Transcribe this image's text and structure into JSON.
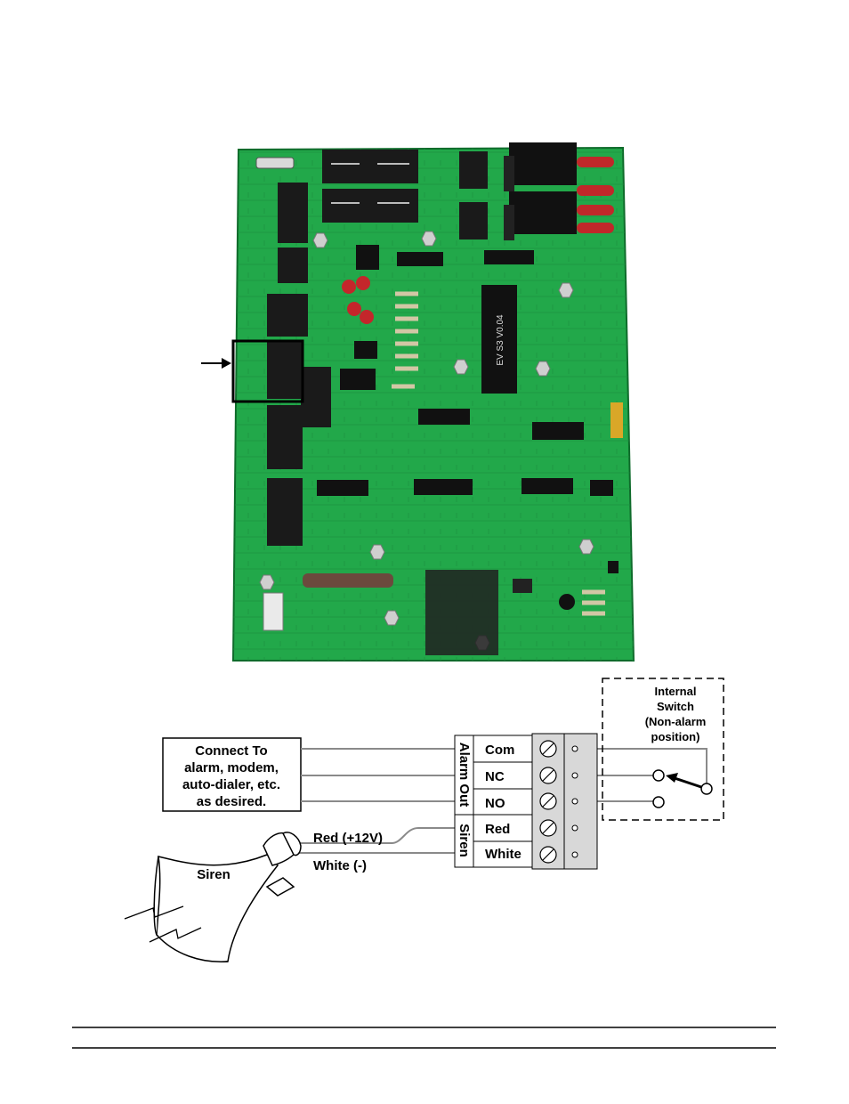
{
  "photo": {
    "board_label": "EV S3 V0.04"
  },
  "diagram": {
    "connect_box": [
      "Connect To",
      "alarm, modem,",
      "auto-dialer, etc.",
      "as desired."
    ],
    "group_alarm_out": "Alarm Out",
    "group_siren": "Siren",
    "terminals": [
      "Com",
      "NC",
      "NO",
      "Red",
      "White"
    ],
    "wire_red": "Red (+12V)",
    "wire_white": "White (-)",
    "siren_label": "Siren",
    "internal_switch": [
      "Internal",
      "Switch",
      "(Non-alarm",
      "position)"
    ]
  },
  "colors": {
    "pcb": "#22a84a",
    "pcb_dark": "#127a33",
    "wire": "#8a8a8a",
    "terminal_block": "#d8d8d8"
  }
}
